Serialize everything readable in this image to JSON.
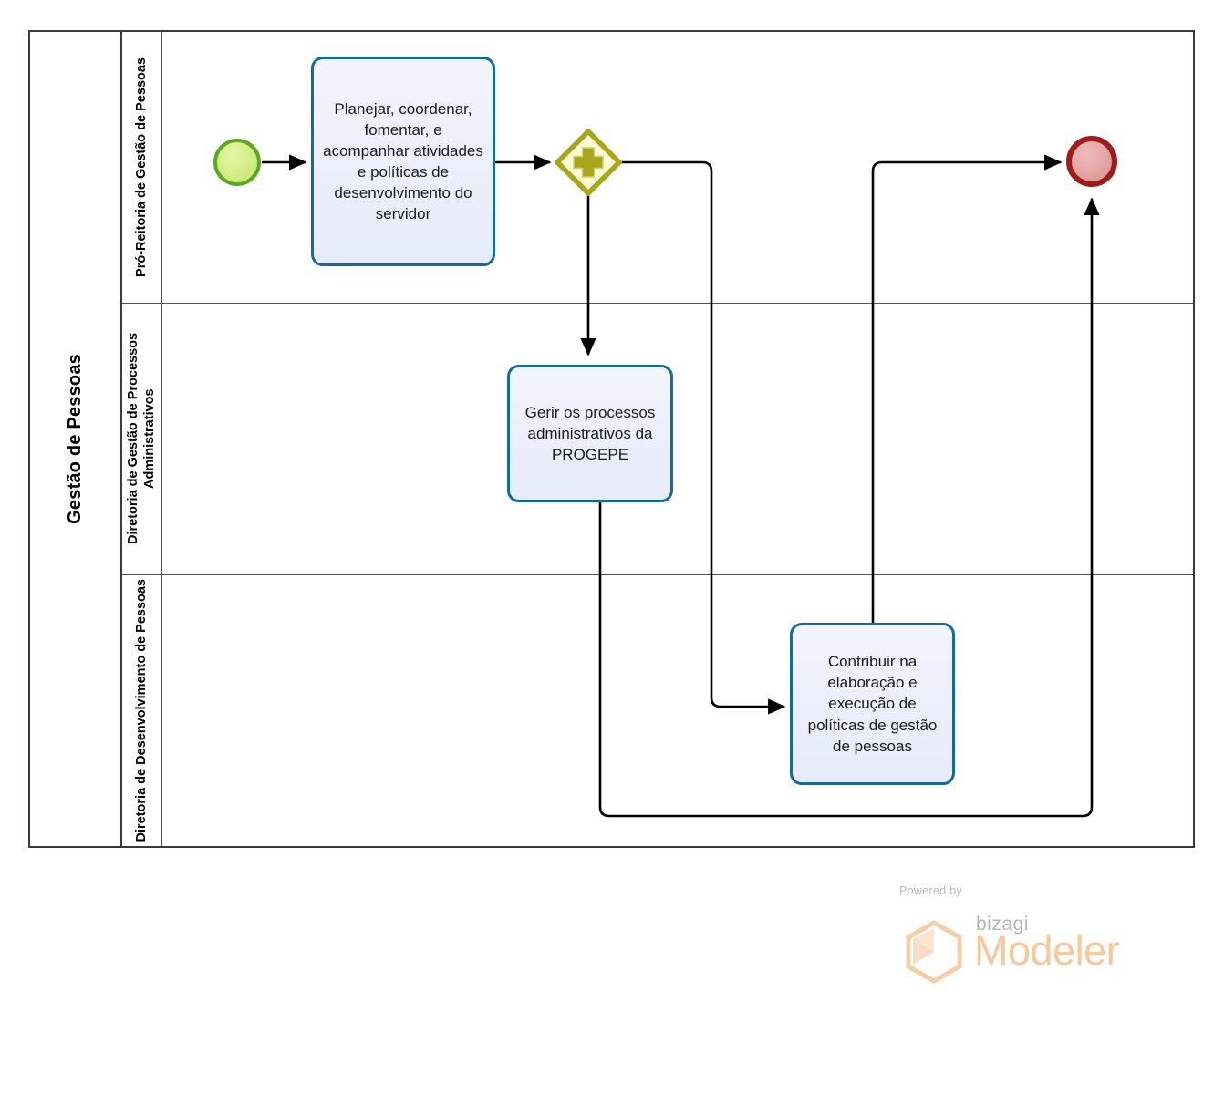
{
  "diagram": {
    "type": "bpmn-process-diagram",
    "pool": {
      "name": "Gestão de Pessoas",
      "lanes": [
        {
          "id": "lane-1",
          "name": "Pró-Reitoria de Gestão de Pessoas"
        },
        {
          "id": "lane-2",
          "name": "Diretoria de Gestão de Processos Administrativos"
        },
        {
          "id": "lane-3",
          "name": "Diretoria de Desenvolvimento de Pessoas"
        }
      ]
    },
    "nodes": {
      "start_event": {
        "type": "start-event",
        "label": "",
        "lane": "lane-1"
      },
      "task_1": {
        "type": "task",
        "label": "Planejar, coordenar, fomentar, e acompanhar atividades e políticas de desenvolvimento do servidor",
        "lane": "lane-1"
      },
      "gateway_1": {
        "type": "parallel-gateway",
        "label": "",
        "symbol": "+",
        "lane": "lane-1"
      },
      "task_2": {
        "type": "task",
        "label": "Gerir os processos administrativos da PROGEPE",
        "lane": "lane-2"
      },
      "task_3": {
        "type": "task",
        "label": "Contribuir na elaboração e execução de políticas de gestão de pessoas",
        "lane": "lane-3"
      },
      "end_event": {
        "type": "end-event",
        "label": "",
        "lane": "lane-1"
      }
    },
    "flows": [
      {
        "from": "start_event",
        "to": "task_1"
      },
      {
        "from": "task_1",
        "to": "gateway_1"
      },
      {
        "from": "gateway_1",
        "to": "task_2"
      },
      {
        "from": "gateway_1",
        "to": "task_3"
      },
      {
        "from": "task_3",
        "to": "end_event"
      },
      {
        "from": "task_2",
        "to": "end_event"
      }
    ],
    "colors": {
      "task_fill": "#eaeefb",
      "task_border": "#15699c",
      "start_fill": "#d6f08a",
      "start_border": "#5ca81f",
      "end_fill": "#e8a9a9",
      "end_border": "#a01b1b",
      "gateway_fill": "#fdfbcf",
      "gateway_border": "#a8a71c",
      "gateway_symbol": "#a8a71c",
      "connector": "#000000",
      "lane_border": "#555555",
      "pool_border": "#3a3a3a"
    }
  },
  "watermark": {
    "powered_by": "Powered by",
    "brand": "bizagi",
    "product": "Modeler"
  }
}
